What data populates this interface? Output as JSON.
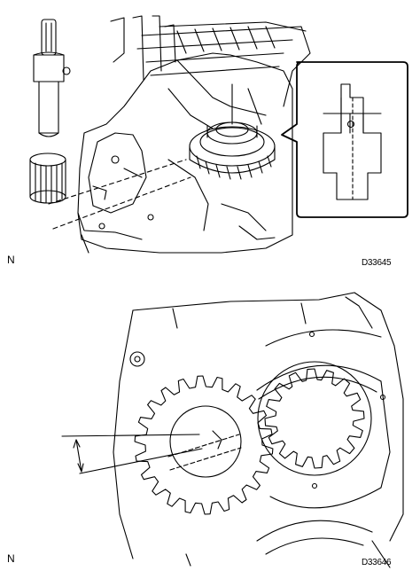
{
  "figures": [
    {
      "corner_label": "N",
      "code": "D33645"
    },
    {
      "corner_label": "N",
      "code": "D33646"
    }
  ],
  "colors": {
    "ink": "#000000",
    "paper": "#ffffff",
    "hatch": "#444444"
  }
}
